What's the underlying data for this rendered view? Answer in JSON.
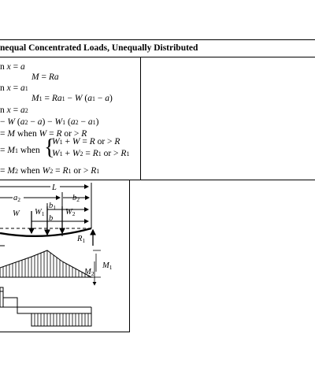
{
  "table": {
    "title": "nequal Concentrated Loads, Unequally Distributed",
    "formulas": {
      "f1": "n x = a",
      "f2": "M = Ra",
      "f3": "n x = a1",
      "f4": "M1 = Ra1 − W (a1 − a)",
      "f5": "n x = a2",
      "f6": "− W (a2 − a) − W1 (a2 − a1)",
      "f7": "= M when W = R or > R",
      "f8_prefix": "= M1 when",
      "f8_line1": "W1 + W = R or > R",
      "f8_line2": "W1 + W2 = R1 or > R1",
      "f9": "= M2 when W2 = R1 or > R1"
    }
  },
  "diagram": {
    "labels": {
      "L": "L",
      "a2": "a2",
      "b2": "b2",
      "b1": "b1",
      "b": "b",
      "W": "W",
      "W1": "W1",
      "W2": "W2",
      "R1": "R1",
      "M1": "M1",
      "M2": "M2"
    }
  }
}
